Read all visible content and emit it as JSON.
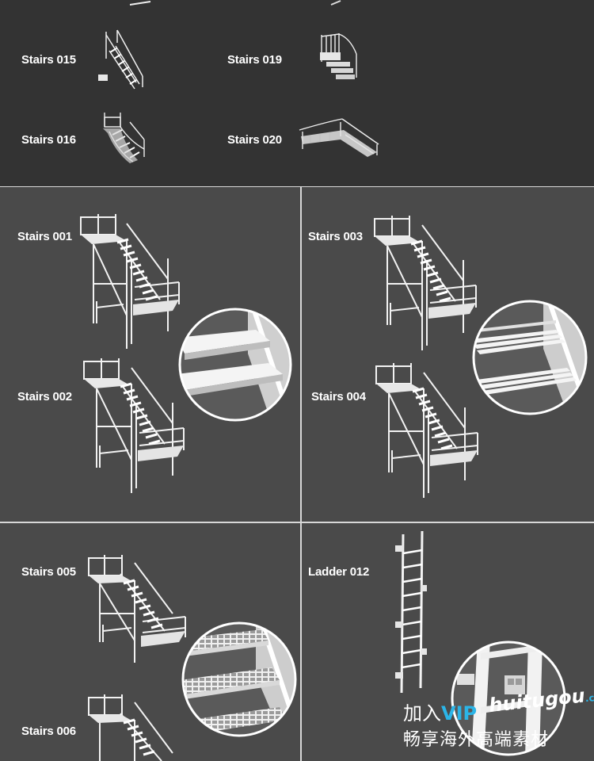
{
  "top_items": [
    {
      "label": "Stairs 015"
    },
    {
      "label": "Stairs 016"
    },
    {
      "label": "Stairs 019"
    },
    {
      "label": "Stairs 020"
    }
  ],
  "panels": {
    "left_middle": {
      "labels": [
        "Stairs 001",
        "Stairs 002"
      ]
    },
    "right_middle": {
      "labels": [
        "Stairs 003",
        "Stairs 004"
      ]
    },
    "left_bottom": {
      "labels": [
        "Stairs 005",
        "Stairs 006"
      ]
    },
    "right_bottom": {
      "labels": [
        "Ladder 012"
      ]
    }
  },
  "watermark": {
    "line1_prefix": "加入",
    "line1_vip": "VIP",
    "brand": "huitugou",
    "brand_suffix": ".com",
    "line2": "畅享海外高端素材"
  },
  "colors": {
    "top_background": "#333333",
    "panel_background": "#4a4a4a",
    "model_color": "#f2f2f2",
    "vip_color": "#2bb5e8"
  }
}
